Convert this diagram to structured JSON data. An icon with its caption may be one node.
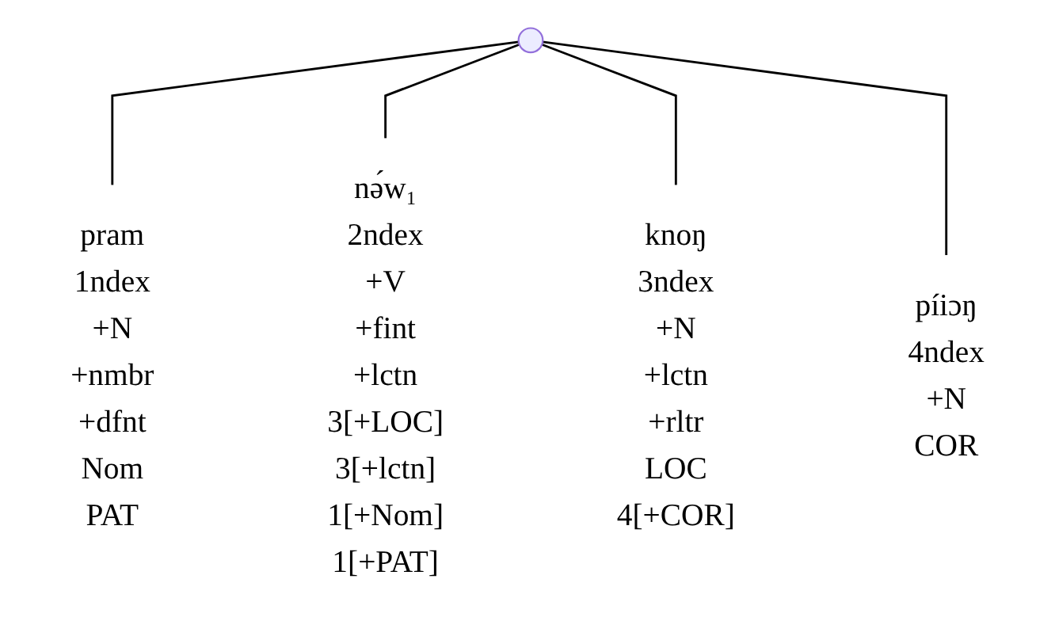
{
  "diagram": {
    "nodes": [
      {
        "text": [],
        "shape": "point"
      },
      {
        "text": [
          "pram",
          "1ndex",
          "+N",
          "+nmbr",
          "+dfnt",
          "Nom",
          "PAT"
        ]
      },
      {
        "text": [
          "nə́w₁",
          "2ndex",
          "+V",
          "+fint",
          "+lctn",
          "3[+LOC]",
          "3[+lctn]",
          "1[+Nom]",
          "1[+PAT]"
        ]
      },
      {
        "text": [
          "knoŋ",
          "3ndex",
          "+N",
          "+lctn",
          "+rltr",
          "LOC",
          "4[+COR]"
        ]
      },
      {
        "text": [
          "píiɔŋ",
          "4ndex",
          "+N",
          "COR"
        ]
      }
    ],
    "edges": [
      {
        "from": 0,
        "to": 1,
        "arrow": "none"
      },
      {
        "from": 0,
        "to": 2,
        "arrow": "none"
      },
      {
        "from": 0,
        "to": 3,
        "arrow": "none"
      },
      {
        "from": 0,
        "to": 4,
        "arrow": "none"
      }
    ]
  }
}
